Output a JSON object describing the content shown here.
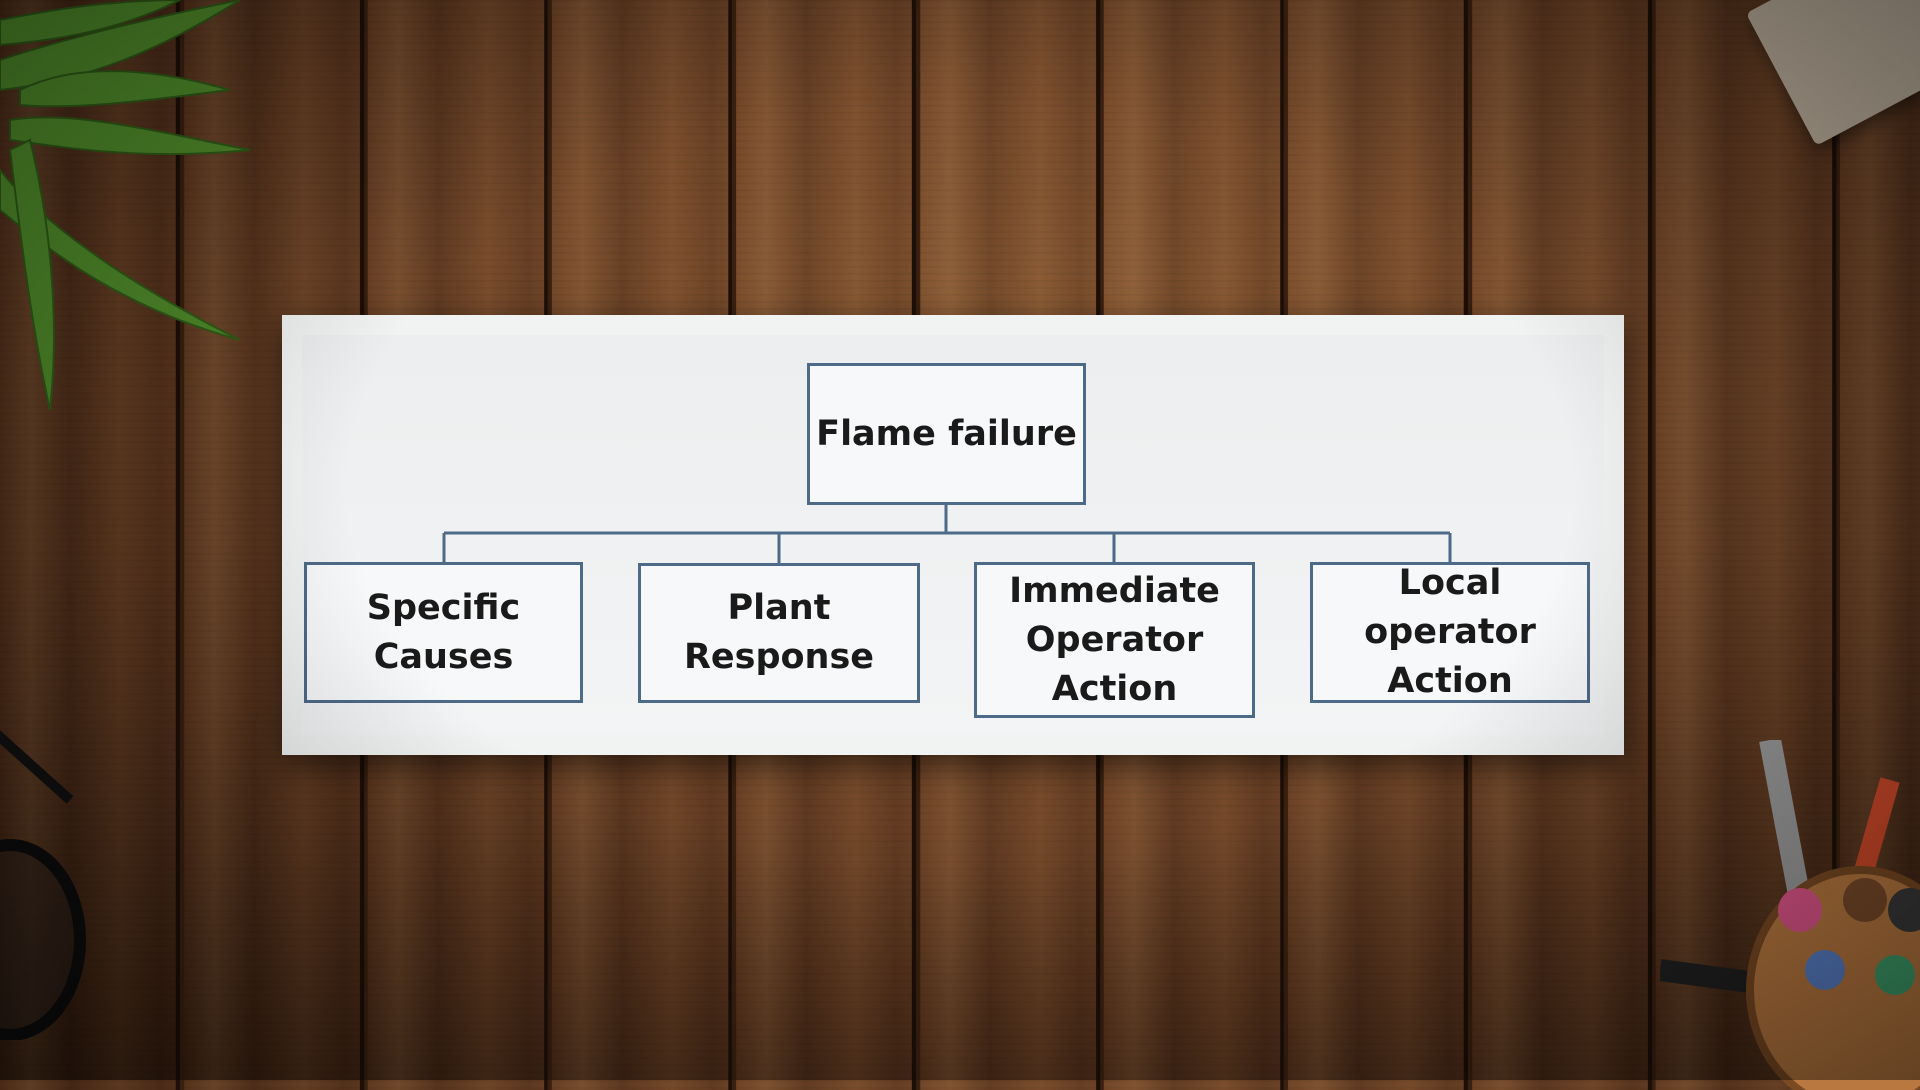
{
  "diagram": {
    "root": {
      "label": "Flame failure"
    },
    "children": [
      {
        "id": "specific-causes",
        "label": "Specific\nCauses"
      },
      {
        "id": "plant-response",
        "label": "Plant\nResponse"
      },
      {
        "id": "immediate-operator-action",
        "label": "Immediate\nOperator\nAction"
      },
      {
        "id": "local-operator-action",
        "label": "Local operator\nAction"
      }
    ]
  },
  "colors": {
    "box_border": "#4d6a88",
    "connector": "#4d6a88",
    "slide_background": "#f1f3f3"
  }
}
